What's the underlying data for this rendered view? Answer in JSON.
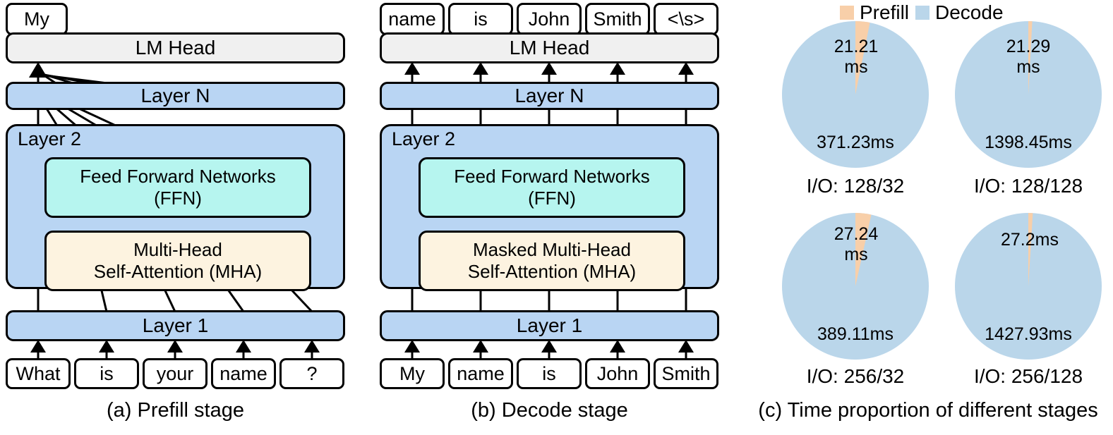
{
  "figure": {
    "panels": [
      {
        "id": "prefill",
        "caption": "(a) Prefill stage",
        "output_tokens": [
          "My"
        ],
        "lm_head_label": "LM Head",
        "layer_n_label": "Layer N",
        "layer2_label": "Layer 2",
        "ffn_label": "Feed Forward Networks\n(FFN)",
        "mha_label": "Multi-Head\nSelf-Attention (MHA)",
        "layer1_label": "Layer 1",
        "input_tokens": [
          "What",
          "is",
          "your",
          "name",
          "?"
        ]
      },
      {
        "id": "decode",
        "caption": "(b) Decode stage",
        "output_tokens": [
          "name",
          "is",
          "John",
          "Smith",
          "<\\s>"
        ],
        "lm_head_label": "LM Head",
        "layer_n_label": "Layer N",
        "layer2_label": "Layer 2",
        "ffn_label": "Feed Forward Networks\n(FFN)",
        "mha_label": "Masked Multi-Head\nSelf-Attention (MHA)",
        "layer1_label": "Layer 1",
        "input_tokens": [
          "My",
          "name",
          "is",
          "John",
          "Smith"
        ]
      }
    ],
    "panel_c": {
      "caption": "(c) Time proportion of different stages",
      "legend": [
        {
          "name": "Prefill",
          "color": "#f8cfa9"
        },
        {
          "name": "Decode",
          "color": "#bad6ea"
        }
      ]
    }
  },
  "chart_data": [
    {
      "type": "pie",
      "title": "I/O: 128/32",
      "labels": [
        "Prefill",
        "Decode"
      ],
      "values": [
        21.21,
        371.23
      ],
      "value_labels": [
        "21.21\nms",
        "371.23ms"
      ],
      "unit": "ms",
      "colors": [
        "#f8cfa9",
        "#bad6ea"
      ],
      "legend_position": "top"
    },
    {
      "type": "pie",
      "title": "I/O: 128/128",
      "labels": [
        "Prefill",
        "Decode"
      ],
      "values": [
        21.29,
        1398.45
      ],
      "value_labels": [
        "21.29\nms",
        "1398.45ms"
      ],
      "unit": "ms",
      "colors": [
        "#f8cfa9",
        "#bad6ea"
      ],
      "legend_position": "top"
    },
    {
      "type": "pie",
      "title": "I/O: 256/32",
      "labels": [
        "Prefill",
        "Decode"
      ],
      "values": [
        27.24,
        389.11
      ],
      "value_labels": [
        "27.24\nms",
        "389.11ms"
      ],
      "unit": "ms",
      "colors": [
        "#f8cfa9",
        "#bad6ea"
      ],
      "legend_position": "top"
    },
    {
      "type": "pie",
      "title": "I/O: 256/128",
      "labels": [
        "Prefill",
        "Decode"
      ],
      "values": [
        27.2,
        1427.93
      ],
      "value_labels": [
        "27.2ms",
        "1427.93ms"
      ],
      "unit": "ms",
      "colors": [
        "#f8cfa9",
        "#bad6ea"
      ],
      "legend_position": "top"
    }
  ]
}
